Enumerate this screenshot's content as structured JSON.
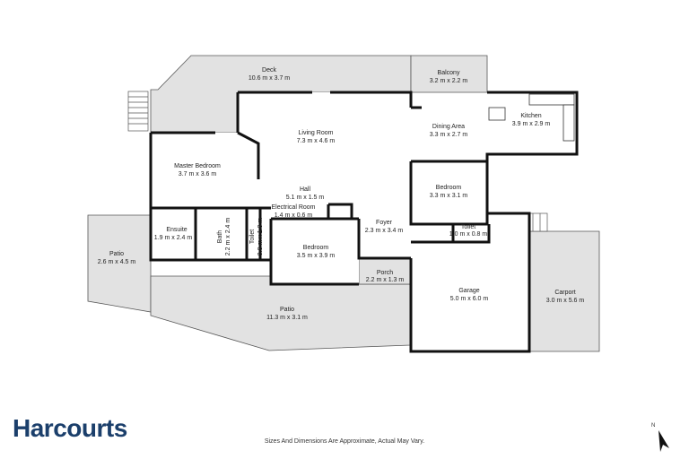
{
  "brand": {
    "name": "Harcourts",
    "color": "#1b3f6b"
  },
  "footer": {
    "note": "Sizes And Dimensions Are Approximate, Actual May Vary."
  },
  "compass": {
    "label": "N",
    "icon": "north-arrow-icon"
  },
  "colors": {
    "outdoor": "#e2e2e2",
    "indoor": "#ffffff",
    "walls": "#111111"
  },
  "rooms": {
    "deck": {
      "name": "Deck",
      "dim": "10.6 m x 3.7 m"
    },
    "balcony": {
      "name": "Balcony",
      "dim": "3.2 m x 2.2 m"
    },
    "living": {
      "name": "Living Room",
      "dim": "7.3 m x 4.6 m"
    },
    "dining": {
      "name": "Dining Area",
      "dim": "3.3 m x 2.7 m"
    },
    "kitchen": {
      "name": "Kitchen",
      "dim": "3.9 m x 2.9 m"
    },
    "master": {
      "name": "Master Bedroom",
      "dim": "3.7 m x 3.6 m"
    },
    "hall": {
      "name": "Hall",
      "dim": "5.1 m x 1.5 m"
    },
    "bedroom2": {
      "name": "Bedroom",
      "dim": "3.3 m x 3.1 m"
    },
    "ensuite": {
      "name": "Ensuite",
      "dim": "1.9 m x 2.4 m"
    },
    "bath": {
      "name": "Bath",
      "dim": "2.2 m x 2.4 m"
    },
    "toilet1": {
      "name": "Toilet",
      "dim": "0.8 m x 1.8 m"
    },
    "electrical": {
      "name": "Electrical Room",
      "dim": "1.4 m x 0.6 m"
    },
    "foyer": {
      "name": "Foyer",
      "dim": "2.3 m x 3.4 m"
    },
    "toilet2": {
      "name": "Toilet",
      "dim": "1.0 m x 0.8 m"
    },
    "bedroom1": {
      "name": "Bedroom",
      "dim": "3.5 m x 3.9 m"
    },
    "patio_left": {
      "name": "Patio",
      "dim": "2.6 m x 4.5 m"
    },
    "porch": {
      "name": "Porch",
      "dim": "2.2 m x 1.3 m"
    },
    "garage": {
      "name": "Garage",
      "dim": "5.0 m x 6.0 m"
    },
    "carport": {
      "name": "Carport",
      "dim": "3.0 m x 5.6 m"
    },
    "patio": {
      "name": "Patio",
      "dim": "11.3 m x 3.1 m"
    }
  }
}
